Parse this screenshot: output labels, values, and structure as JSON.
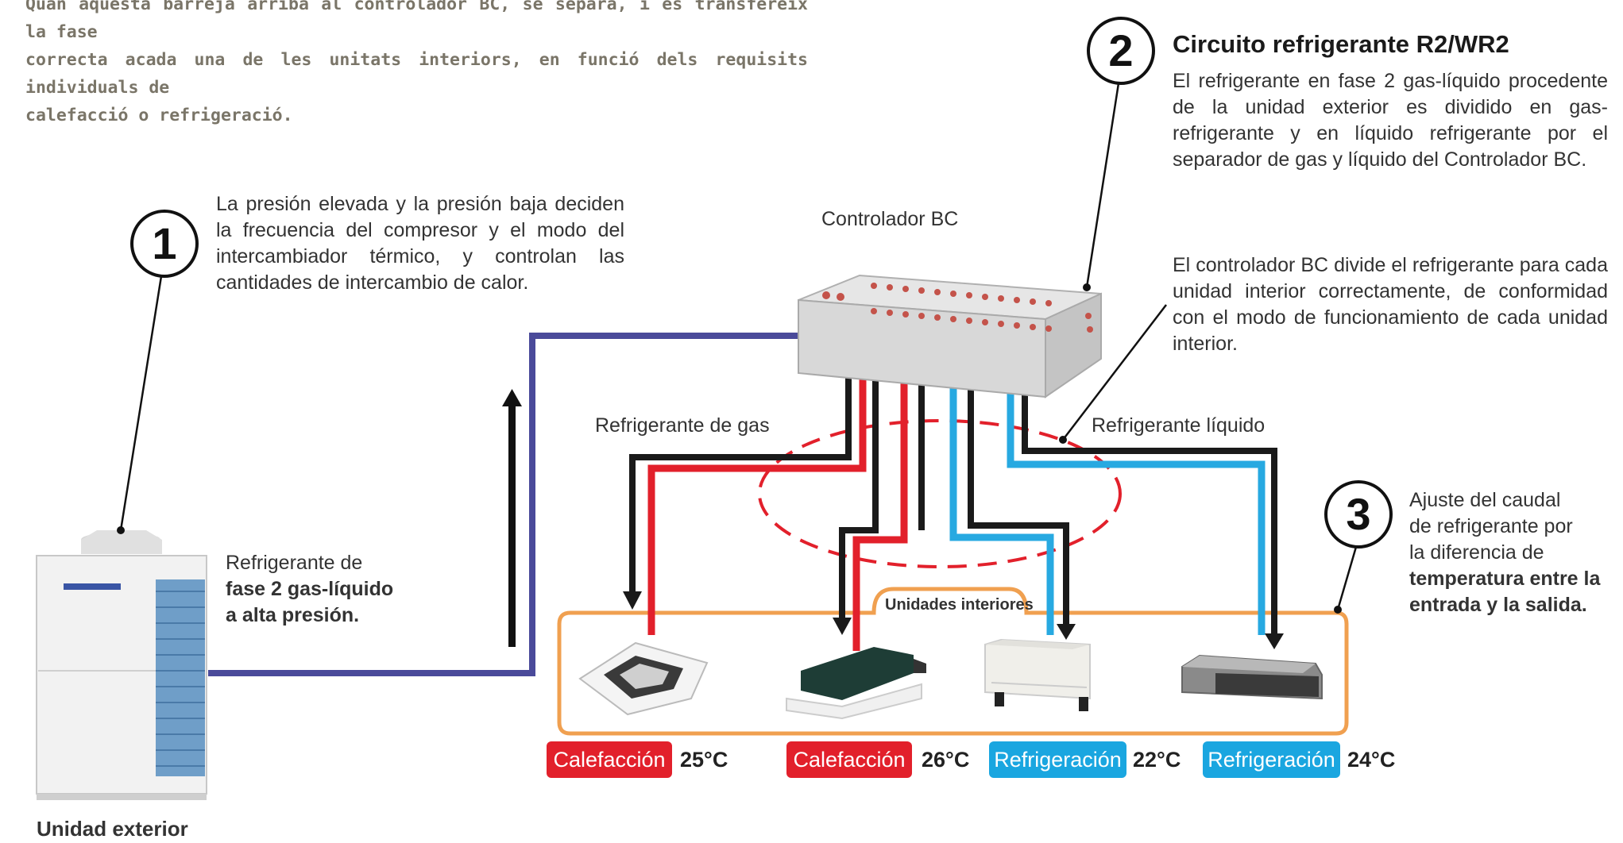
{
  "intro_text": [
    "Quan aquesta barreja arriba al controlador BC, se separa, i es transfereix la fase",
    "correcta  acada una de les unitats interiors, en funció dels requisits individuals de",
    "calefacció o refrigeració."
  ],
  "step1": {
    "number": "1",
    "lines": [
      "La presión elevada y la presión baja deciden",
      "la frecuencia del compresor y el modo del",
      "intercambiador térmico, y controlan las",
      "cantidades de intercambio de calor."
    ]
  },
  "step2": {
    "number": "2",
    "title": "Circuito refrigerante R2/WR2",
    "lines": [
      "El refrigerante en fase 2 gas-líquido procedente",
      "de la unidad exterior es dividido en gas-",
      "refrigerante y en líquido refrigerante por el",
      "separador de gas y líquido del Controlador BC."
    ]
  },
  "step3": {
    "number": "3",
    "lines": [
      "Ajuste del caudal",
      "de refrigerante por",
      "la diferencia de"
    ],
    "bold_lines": [
      "temperatura entre la",
      "entrada y la salida."
    ]
  },
  "bc_controller_label": "Controlador BC",
  "bc_divide_text": [
    "El controlador BC divide el refrigerante para cada",
    "unidad interior correctamente, de conformidad",
    "con el modo de funcionamiento de cada unidad",
    "interior."
  ],
  "gas_label": "Refrigerante de gas",
  "liquid_label": "Refrigerante líquido",
  "outdoor_refrigerant_label": [
    "Refrigerante de",
    "fase 2 gas-líquido",
    "a alta presión."
  ],
  "outdoor_unit_label": "Unidad exterior",
  "indoor_units_label": "Unidades interiores",
  "units": [
    {
      "mode": "Calefacción",
      "temp": "25°C",
      "mode_color": "#e2202b"
    },
    {
      "mode": "Calefacción",
      "temp": "26°C",
      "mode_color": "#e2202b"
    },
    {
      "mode": "Refrigeración",
      "temp": "22°C",
      "mode_color": "#1aa6e0"
    },
    {
      "mode": "Refrigeración",
      "temp": "24°C",
      "mode_color": "#1aa6e0"
    }
  ],
  "colors": {
    "gas_pipe": "#1a1a1a",
    "hot_pipe": "#e2202b",
    "cold_pipe": "#27a9e1",
    "outdoor_pipe": "#4a4a9a",
    "indoor_frame": "#f0a050",
    "dashed_circle": "#e2202b"
  }
}
